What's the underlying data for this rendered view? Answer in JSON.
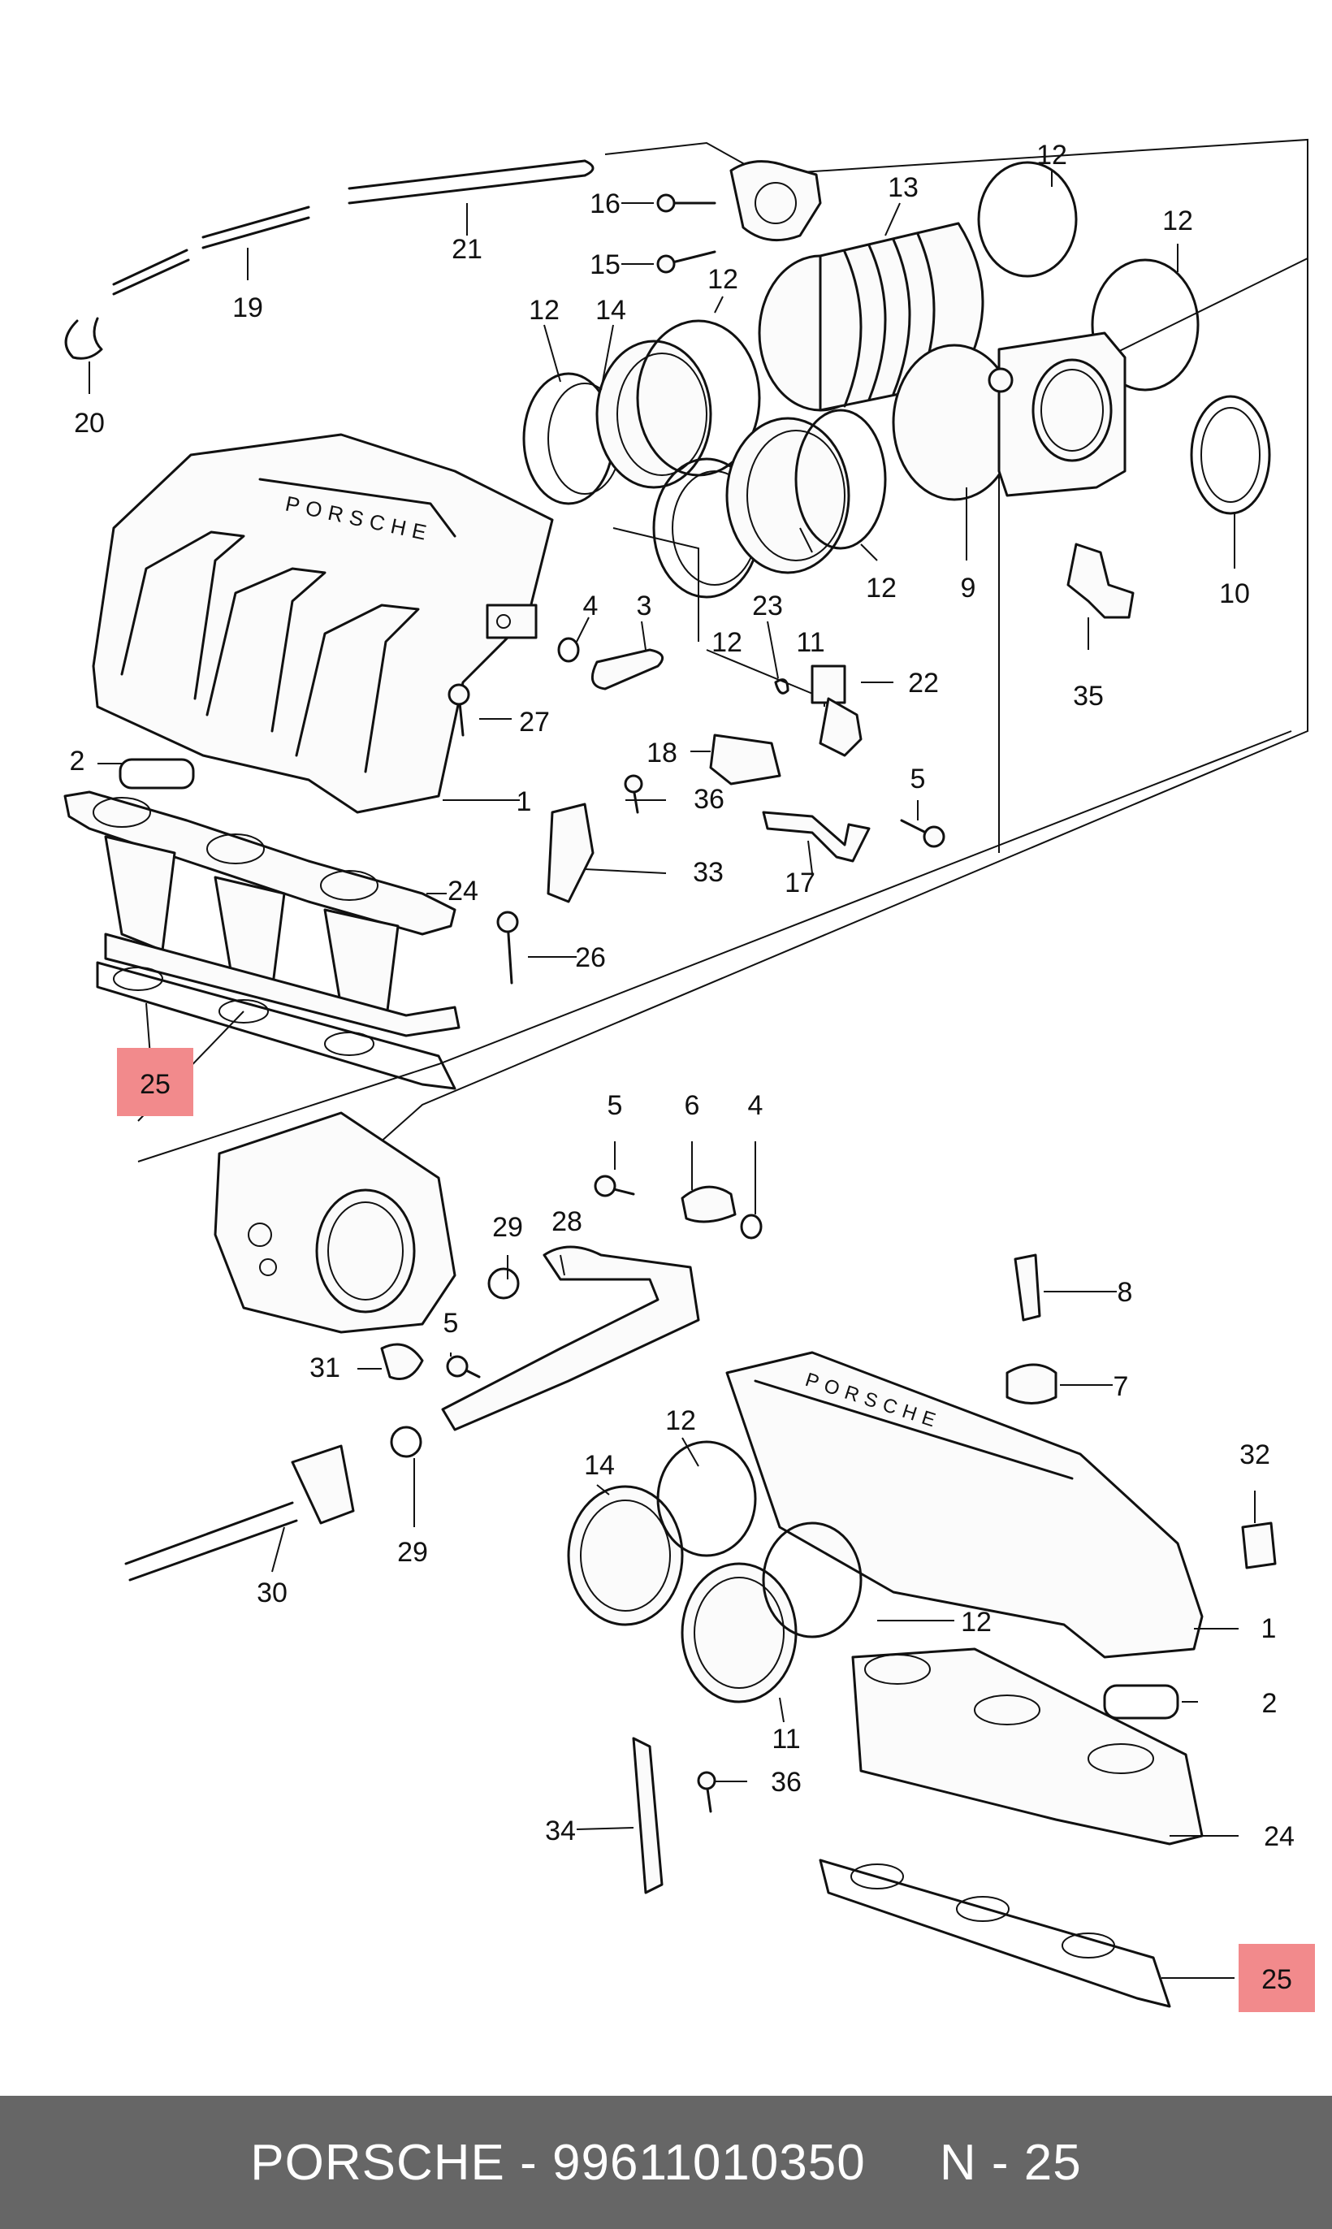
{
  "diagram": {
    "callouts": [
      "1",
      "2",
      "3",
      "4",
      "5",
      "6",
      "7",
      "8",
      "9",
      "10",
      "11",
      "12",
      "13",
      "14",
      "15",
      "16",
      "17",
      "18",
      "19",
      "20",
      "21",
      "22",
      "23",
      "24",
      "25",
      "26",
      "27",
      "28",
      "29",
      "30",
      "31",
      "32",
      "33",
      "34",
      "35",
      "36"
    ],
    "highlight_color": "#f28a8c",
    "highlighted_label": "25"
  },
  "footer": {
    "brand": "PORSCHE",
    "separator": "-",
    "part_number": "99611010350",
    "position_label": "N - 25",
    "background": "#666666"
  }
}
